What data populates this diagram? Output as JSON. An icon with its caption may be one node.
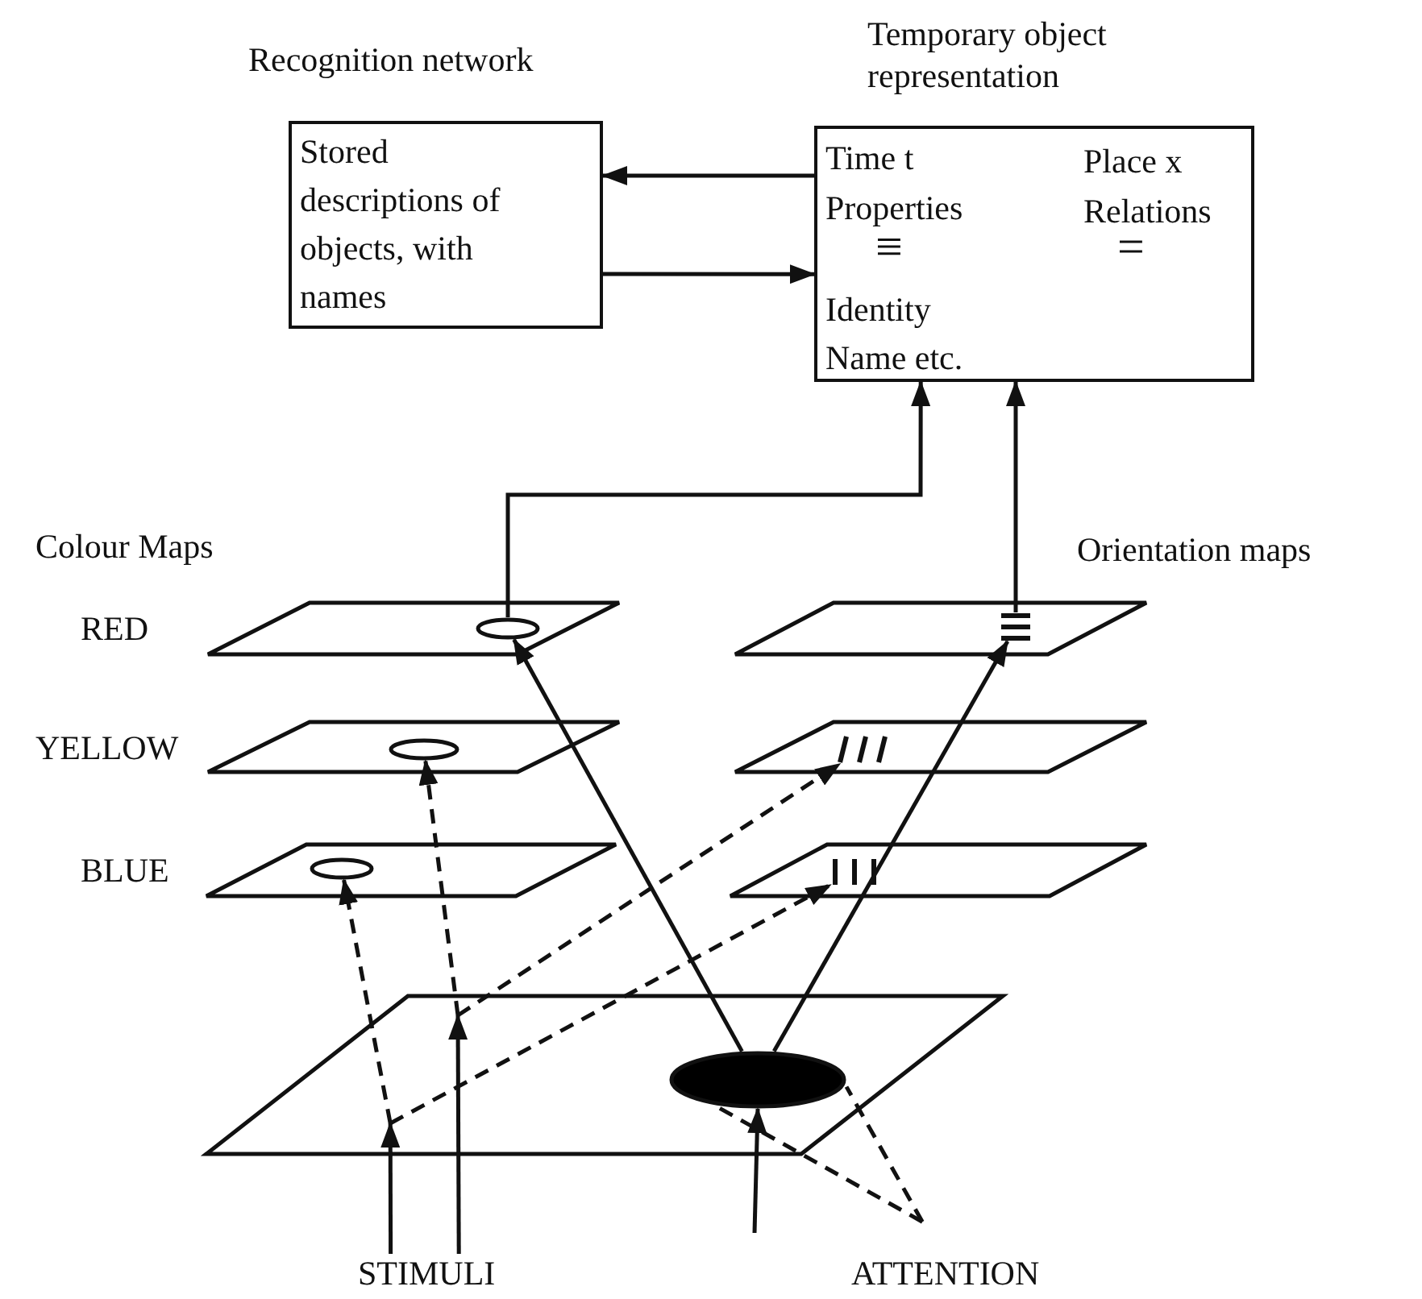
{
  "diagram": {
    "nodes": [
      {
        "text": [
          "Recognition network",
          "Stored descriptions of objects, with names"
        ]
      },
      {
        "text": [
          "Temporary object representation",
          "Time t",
          "Properties",
          "≡",
          "Identity",
          "Name etc.",
          "Place x",
          "Relations",
          "="
        ]
      },
      {
        "text": [],
        "shape": "parallelogram",
        "beside": [
          "RED"
        ]
      },
      {
        "text": [],
        "shape": "ellipse",
        "in": 2
      },
      {
        "text": [],
        "shape": "parallelogram",
        "beside": [
          "YELLOW"
        ]
      },
      {
        "text": [],
        "shape": "ellipse",
        "in": 4
      },
      {
        "text": [],
        "shape": "parallelogram",
        "beside": [
          "BLUE"
        ]
      },
      {
        "text": [],
        "shape": "ellipse",
        "in": 6
      },
      {
        "text": [],
        "shape": "parallelogram"
      },
      {
        "text": [],
        "shape": "lines",
        "in": 8
      },
      {
        "text": [],
        "shape": "parallelogram"
      },
      {
        "text": [],
        "shape": "lines",
        "in": 10
      },
      {
        "text": [],
        "shape": "parallelogram"
      },
      {
        "text": [],
        "shape": "lines",
        "in": 12
      },
      {
        "text": [],
        "shape": "parallelogram"
      },
      {
        "text": [],
        "shape": "ellipse",
        "in": 14
      },
      {
        "text": [
          "STIMULI"
        ]
      },
      {
        "text": [
          "ATTENTION"
        ]
      }
    ],
    "edges": [
      {
        "from": 1,
        "to": 0,
        "arrow": "to"
      },
      {
        "from": 0,
        "to": 1,
        "arrow": "to"
      },
      {
        "from": 3,
        "to": 1,
        "arrow": "to"
      },
      {
        "from": 9,
        "to": 1,
        "arrow": "to"
      },
      {
        "from": 15,
        "to": 3,
        "arrow": "to"
      },
      {
        "from": 15,
        "to": 9,
        "arrow": "to"
      },
      {
        "from": 14,
        "to": 5,
        "arrow": "to",
        "style": "dashed"
      },
      {
        "from": 14,
        "to": 11,
        "arrow": "to",
        "style": "dashed"
      },
      {
        "from": 14,
        "to": 7,
        "arrow": "to",
        "style": "dashed"
      },
      {
        "from": 14,
        "to": 13,
        "arrow": "to",
        "style": "dashed"
      },
      {
        "from": 16,
        "to": 14,
        "arrow": "to"
      },
      {
        "from": 16,
        "to": 14,
        "arrow": "to"
      },
      {
        "from": 17,
        "to": 15,
        "arrow": "to"
      },
      {
        "from": 17,
        "to": 15,
        "arrow": "none",
        "style": "dashed"
      },
      {
        "from": 17,
        "to": 15,
        "arrow": "none",
        "style": "dashed"
      }
    ],
    "labels": [
      "Colour Maps",
      "Orientation maps"
    ]
  }
}
